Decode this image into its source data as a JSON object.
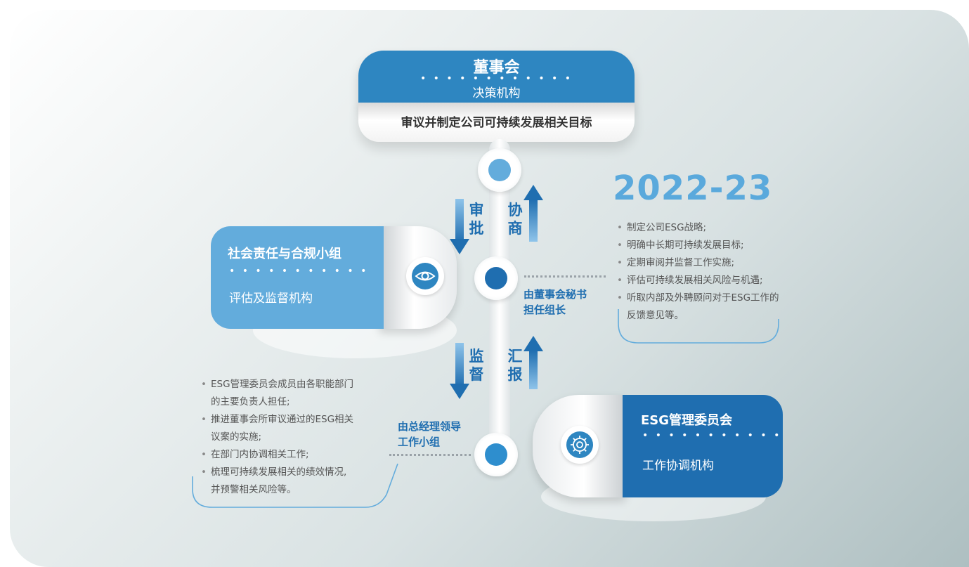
{
  "board": {
    "title": "董事会",
    "subtitle": "决策机构",
    "description": "审议并制定公司可持续发展相关目标"
  },
  "arrows": {
    "approve": "审批",
    "consult": "协商",
    "supervise": "监督",
    "report": "汇报"
  },
  "csr_group": {
    "title": "社会责任与合规小组",
    "subtitle": "评估及监督机构",
    "icon": "eye-icon",
    "leader": "由董事会秘书担任组长",
    "leader_line1": "由董事会秘书",
    "leader_line2": "担任组长"
  },
  "esg_committee": {
    "title": "ESG管理委员会",
    "subtitle": "工作协调机构",
    "icon": "gear-icon",
    "leader_line1": "由总经理领导",
    "leader_line2": "工作小组"
  },
  "year_block": {
    "year": "2022-23",
    "items": [
      "制定公司ESG战略;",
      "明确中长期可持续发展目标;",
      "定期审阅并监督工作实施;",
      "评估可持续发展相关风险与机遇;",
      "听取内部及外聘顾问对于ESG工作的",
      "反馈意见等。"
    ]
  },
  "committee_block": {
    "items": [
      "ESG管理委员会成员由各职能部门",
      "的主要负责人担任;",
      "推进董事会所审议通过的ESG相关",
      "议案的实施;",
      "在部门内协调相关工作;",
      "梳理可持续发展相关的绩效情况,",
      "并预警相关风险等。"
    ]
  },
  "colors": {
    "primary_blue": "#2e86c1",
    "light_blue": "#63acdc",
    "dark_blue": "#1f6eb0",
    "year_blue": "#5aa9dc"
  }
}
